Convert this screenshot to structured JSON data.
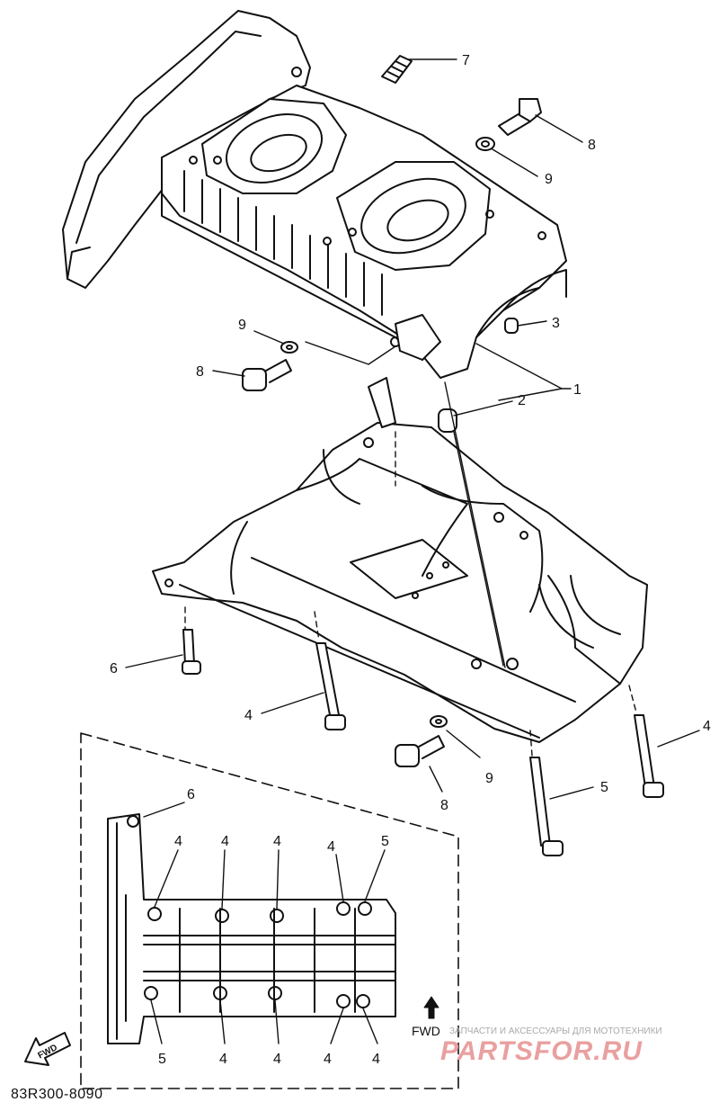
{
  "diagram_code": "83R300-8090",
  "fwd_label": "FWD",
  "fwd_badge_text": "FWD",
  "watermark": {
    "top_text": "ЗАПЧАСТИ И АКСЕССУАРЫ ДЛЯ МОТОТЕХНИКИ",
    "logo_text": "PARTSFOR.RU"
  },
  "callouts": {
    "c7": "7",
    "c8a": "8",
    "c9a": "9",
    "c3": "3",
    "c9b": "9",
    "c8b": "8",
    "c2": "2",
    "c1": "1",
    "c6a": "6",
    "c4a": "4",
    "c9c": "9",
    "c8c": "8",
    "c5a": "5",
    "c4b": "4",
    "c6b": "6",
    "i4_1": "4",
    "i4_2": "4",
    "i4_3": "4",
    "i4_4": "4",
    "i5_1": "5",
    "i5_2": "5",
    "i4_5": "4",
    "i4_6": "4",
    "i4_7": "4",
    "i4_8": "4"
  },
  "colors": {
    "ink": "#111111",
    "paper": "#ffffff",
    "watermark": "#e9a0a0"
  }
}
